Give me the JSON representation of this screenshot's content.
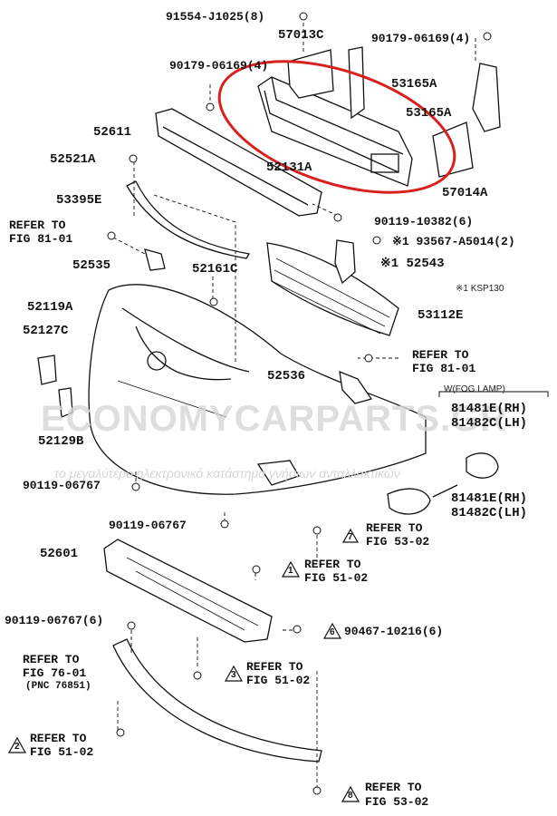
{
  "watermark": {
    "main": "ECONOMYCARPARTS.GR",
    "sub": "το μεγαλύτερο ηλεκτρονικό κατάστημα γνήσιων ανταλλακτικών"
  },
  "notes": {
    "ksp": "※1 KSP130",
    "fog_lamp": "W(FOG LAMP)"
  },
  "parts": {
    "p91554": "91554-J1025(8)",
    "p57013c": "57013C",
    "p90179_a": "90179-06169(4)",
    "p90179_b": "90179-06169(4)",
    "p53165a_1": "53165A",
    "p53165a_2": "53165A",
    "p52611": "52611",
    "p52131a": "52131A",
    "p52521a": "52521A",
    "p57014a": "57014A",
    "p53395e": "53395E",
    "p90119_10382": "90119-10382(6)",
    "p93567": "※1 93567-A5014(2)",
    "p52535": "52535",
    "p52161c": "52161C",
    "p52543": "※1 52543",
    "p52119a": "52119A",
    "p53112e": "53112E",
    "p52127c": "52127C",
    "p52536": "52536",
    "p81481e_1": "81481E(RH)",
    "p81482c_1": "81482C(LH)",
    "p81481e_2": "81481E(RH)",
    "p81482c_2": "81482C(LH)",
    "p52129b": "52129B",
    "p90119_06767_a": "90119-06767",
    "p90119_06767_b": "90119-06767",
    "p52601": "52601",
    "p90119_06767_c": "90119-06767(6)",
    "p90467": "90467-10216(6)"
  },
  "refs": {
    "r1_a": "REFER TO",
    "r1_b": "FIG 81-01",
    "r2_a": "REFER TO",
    "r2_b": "FIG 81-01",
    "r3_a": "REFER TO",
    "r3_b": "FIG 53-02",
    "r4_a": "REFER TO",
    "r4_b": "FIG 51-02",
    "r5_a": "REFER TO",
    "r5_b": "FIG 76-01",
    "r5_c": "(PNC 76851)",
    "r6_a": "REFER TO",
    "r6_b": "FIG 51-02",
    "r7_a": "REFER TO",
    "r7_b": "FIG 51-02",
    "r8_a": "REFER TO",
    "r8_b": "FIG 53-02"
  },
  "markers": {
    "m7": "7",
    "m1": "1",
    "m6": "6",
    "m3": "3",
    "m2": "2",
    "m8": "8"
  },
  "colors": {
    "highlight": "#d9201c",
    "ink": "#111111"
  }
}
